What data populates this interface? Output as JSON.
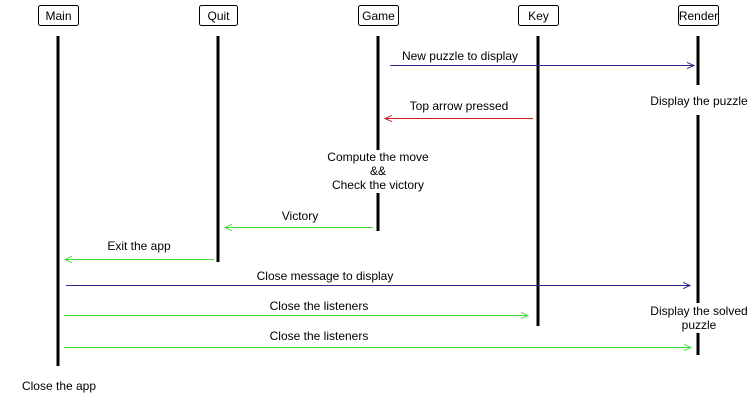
{
  "actors": [
    {
      "id": "main",
      "label": "Main"
    },
    {
      "id": "quit",
      "label": "Quit"
    },
    {
      "id": "game",
      "label": "Game"
    },
    {
      "id": "key",
      "label": "Key"
    },
    {
      "id": "render",
      "label": "Render"
    }
  ],
  "messages": [
    {
      "label": "New puzzle to display",
      "from": "game",
      "to": "render",
      "color": "#2a2a8a"
    },
    {
      "label": "Top arrow pressed",
      "from": "key",
      "to": "game",
      "color": "#cc2222"
    },
    {
      "label": "Victory",
      "from": "game",
      "to": "quit",
      "color": "#44dd44"
    },
    {
      "label": "Exit the app",
      "from": "quit",
      "to": "main",
      "color": "#44dd44"
    },
    {
      "label": "Close message to display",
      "from": "main",
      "to": "render",
      "color": "#2a2a8a"
    },
    {
      "label": "Close the listeners",
      "from": "main",
      "to": "key",
      "color": "#44dd44"
    },
    {
      "label": "Close the listeners",
      "from": "main",
      "to": "render",
      "color": "#44dd44"
    }
  ],
  "notes": [
    {
      "actor": "render",
      "lines": [
        "Display the puzzle"
      ]
    },
    {
      "actor": "game",
      "lines": [
        "Compute the move",
        "&&",
        "Check the victory"
      ]
    },
    {
      "actor": "render",
      "lines": [
        "Display the solved",
        "puzzle"
      ]
    },
    {
      "actor": "main",
      "lines": [
        "Close the app"
      ]
    }
  ],
  "colors": {
    "lifeline": "#000000",
    "display_message": "#2a2a8a",
    "key_event": "#cc2222",
    "control_message": "#44dd44"
  }
}
